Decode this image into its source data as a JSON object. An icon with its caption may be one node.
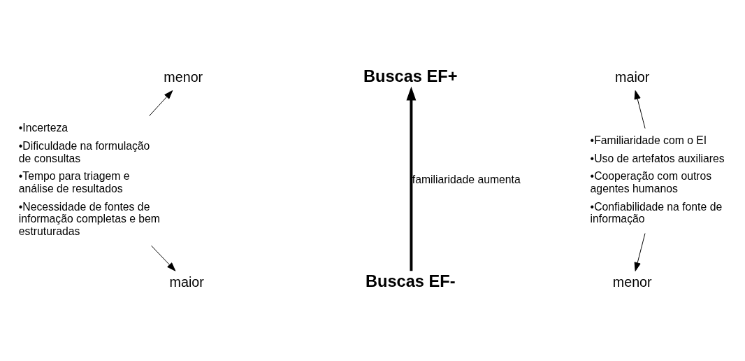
{
  "diagram": {
    "nodes": [
      {
        "text": [
          "menor"
        ]
      },
      {
        "text": [
          "•Incerteza",
          "•Dificuldade na formulação de consultas",
          "•Tempo para triagem e análise de resultados",
          "•Necessidade de fontes de informação completas e bem estruturadas"
        ]
      },
      {
        "text": [
          "maior"
        ]
      },
      {
        "text": [
          "Buscas EF+"
        ]
      },
      {
        "text": [
          "Buscas EF-"
        ]
      },
      {
        "text": [
          "maior"
        ]
      },
      {
        "text": [
          "•Familiaridade com o EI",
          "•Uso de artefatos auxiliares",
          "•Cooperação com outros agentes humanos",
          "•Confiabilidade na fonte de informação"
        ]
      },
      {
        "text": [
          "menor"
        ]
      }
    ],
    "edges": [
      {
        "from": 1,
        "to": 0,
        "arrow": "to"
      },
      {
        "from": 1,
        "to": 2,
        "arrow": "to"
      },
      {
        "from": 4,
        "to": 3,
        "arrow": "to",
        "label": "familiaridade aumenta",
        "style": "thick"
      },
      {
        "from": 6,
        "to": 5,
        "arrow": "to"
      },
      {
        "from": 6,
        "to": 7,
        "arrow": "to"
      }
    ]
  }
}
